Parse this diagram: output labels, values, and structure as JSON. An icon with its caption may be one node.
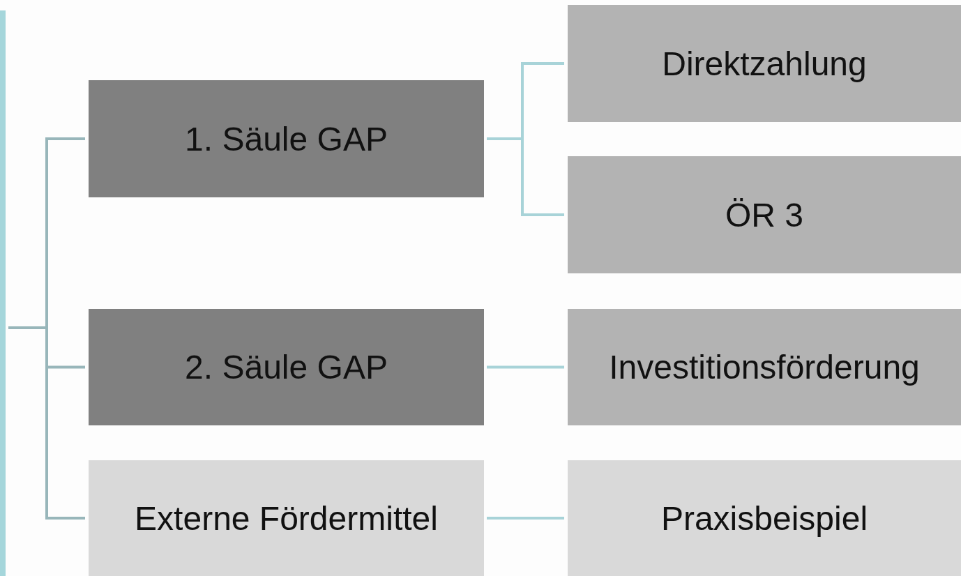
{
  "diagram": {
    "nodes": [
      {
        "text": [],
        "shape": "bar"
      },
      {
        "text": [
          "1. Säule GAP"
        ]
      },
      {
        "text": [
          "Direktzahlung"
        ]
      },
      {
        "text": [
          "ÖR 3"
        ]
      },
      {
        "text": [
          "2. Säule GAP"
        ]
      },
      {
        "text": [
          "Investitionsförderung"
        ]
      },
      {
        "text": [
          "Externe Fördermittel"
        ]
      },
      {
        "text": [
          "Praxisbeispiel"
        ]
      }
    ],
    "edges": [
      {
        "from": 0,
        "to": 1,
        "arrow": "none",
        "color": "#98b6ba"
      },
      {
        "from": 0,
        "to": 4,
        "arrow": "none",
        "color": "#98b6ba"
      },
      {
        "from": 0,
        "to": 6,
        "arrow": "none",
        "color": "#98b6ba"
      },
      {
        "from": 1,
        "to": 2,
        "arrow": "none"
      },
      {
        "from": 1,
        "to": 3,
        "arrow": "none"
      },
      {
        "from": 4,
        "to": 5,
        "arrow": "none"
      },
      {
        "from": 6,
        "to": 7,
        "arrow": "none"
      }
    ]
  }
}
